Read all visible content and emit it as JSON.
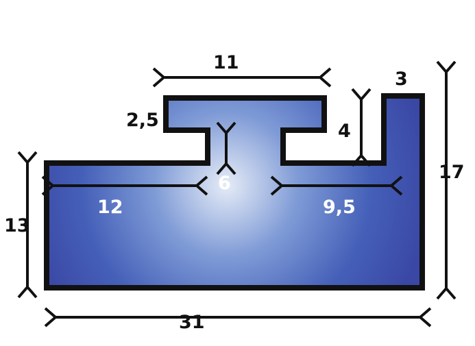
{
  "diagram": {
    "type": "profile cross-section dimension drawing",
    "shape_fill": "#3a4fae",
    "shape_highlight": "#d4def3",
    "outline_color": "#111111",
    "arrow_color": "#111111",
    "dimensions": {
      "top_width": "11",
      "top_flange_thickness": "2,5",
      "neck_height": "6",
      "right_notch_depth": "4",
      "right_post_width": "3",
      "total_height": "17",
      "left_height": "13",
      "left_shelf_width": "12",
      "right_shelf_width": "9,5",
      "total_width": "31"
    }
  }
}
